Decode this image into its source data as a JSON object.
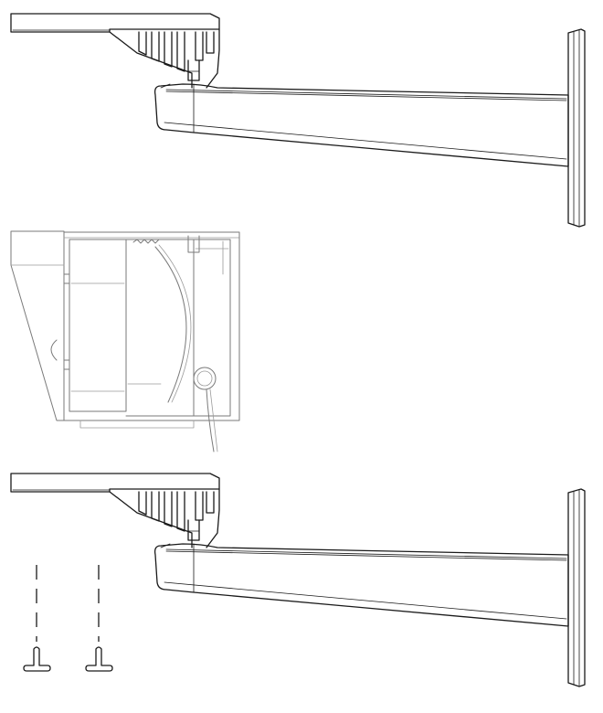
{
  "figure": {
    "panels": [
      {
        "id": "bracket-top",
        "part": "wall-mount-bracket"
      },
      {
        "id": "housing-middle",
        "part": "camera-housing-rear-view"
      },
      {
        "id": "bracket-bottom",
        "part": "wall-mount-bracket-with-screws"
      }
    ],
    "screws": {
      "count": 2
    },
    "colors": {
      "line": "#1a1a1a",
      "secondary_line": "#7a7a7a",
      "background": "#ffffff"
    }
  }
}
